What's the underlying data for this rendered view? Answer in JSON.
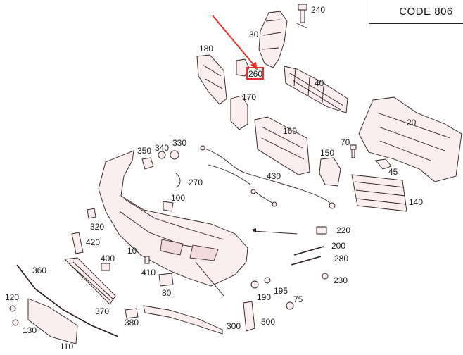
{
  "code_label": "CODE  806",
  "highlight_color": "#e8302a",
  "part_fill": "#fbeeee",
  "labels": {
    "p240": "240",
    "p30": "30",
    "p180": "180",
    "p260": "260",
    "p40": "40",
    "p170": "170",
    "p160": "160",
    "p20": "20",
    "p350": "350",
    "p340": "340",
    "p330": "330",
    "p70": "70",
    "p150": "150",
    "p45": "45",
    "p270": "270",
    "p430": "430",
    "p100": "100",
    "p140": "140",
    "p320": "320",
    "p220": "220",
    "p420": "420",
    "p200": "200",
    "p10": "10",
    "p400": "400",
    "p280": "280",
    "p360": "360",
    "p410": "410",
    "p190": "190",
    "p195": "195",
    "p230": "230",
    "p80": "80",
    "p120": "120",
    "p75": "75",
    "p370": "370",
    "p380": "380",
    "p130": "130",
    "p300": "300",
    "p500": "500",
    "p110": "110"
  }
}
